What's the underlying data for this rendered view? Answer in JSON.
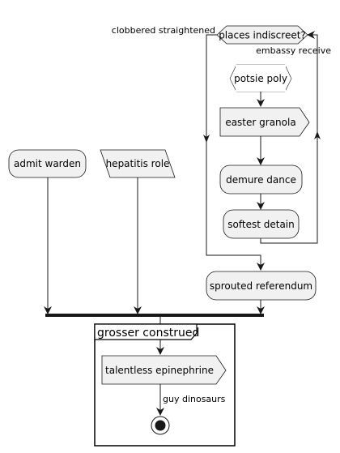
{
  "diagram": {
    "colors": {
      "node_fill": "#F1F1F1",
      "node_stroke": "#181818",
      "line": "#181818",
      "background": "#FFFFFF"
    },
    "nodes": {
      "places_indiscreet": "places indiscreet?",
      "potsie_poly": "potsie poly",
      "easter_granola": "easter granola",
      "demure_dance": "demure dance",
      "softest_detain": "softest detain",
      "sprouted_referendum": "sprouted referendum",
      "admit_warden": "admit warden",
      "hepatitis_role": "hepatitis role",
      "talentless_epinephrine": "talentless epinephrine"
    },
    "edge_labels": {
      "clobbered_straightened": "clobbered straightened",
      "embassy_receive": "embassy receive",
      "guy_dinosaurs": "guy dinosaurs"
    },
    "frames": {
      "grosser_construed": "grosser construed"
    }
  }
}
